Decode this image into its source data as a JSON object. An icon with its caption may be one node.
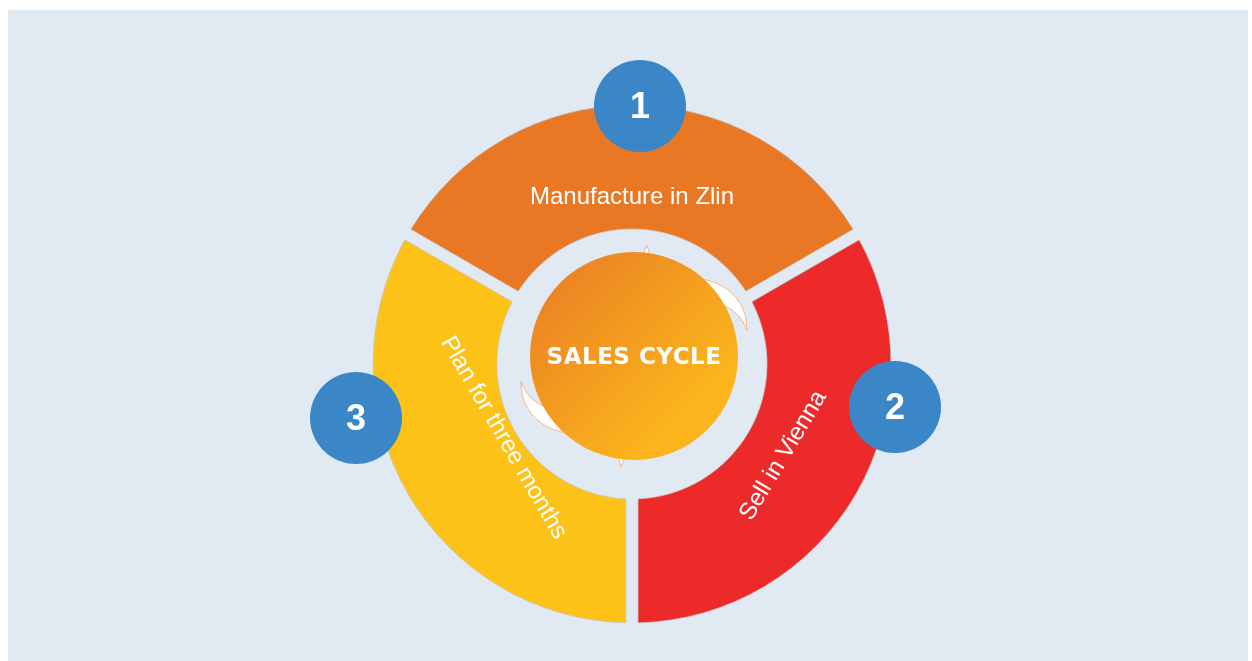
{
  "diagram": {
    "nodes": [
      {
        "text": [
          "1"
        ]
      },
      {
        "text": [
          "Manufacture in Zlin"
        ]
      },
      {
        "text": [
          "SALES CYCLE"
        ]
      },
      {
        "text": [
          "2"
        ]
      },
      {
        "text": [
          "Sell in Vienna"
        ]
      },
      {
        "text": [
          "3"
        ]
      },
      {
        "text": [
          "Plan for three months"
        ]
      }
    ]
  }
}
